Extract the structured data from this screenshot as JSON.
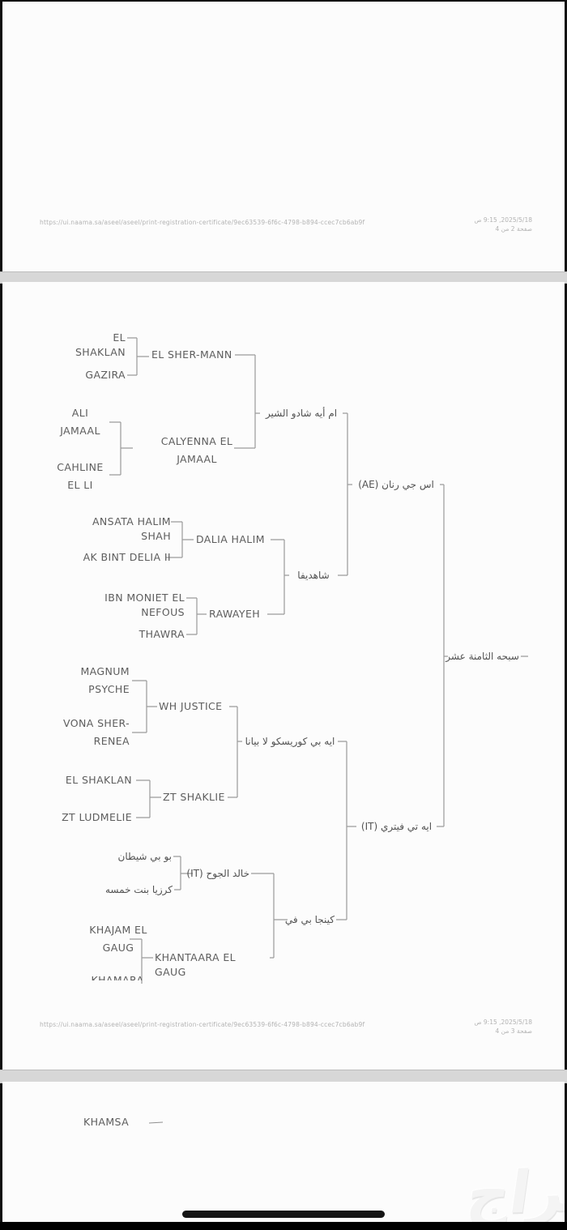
{
  "colors": {
    "line": "#9a9a9a",
    "label": "#5d5d5d",
    "footer_text": "#b3b3b3",
    "page_bg": "#fcfcfc",
    "screen_bg": "#0e0e0e"
  },
  "page1": {
    "footer": {
      "url": "https://ui.naama.sa/aseel/aseel/print-registration-certificate/9ec63539-6f6c-4798-b894-ccec7cb6ab9f",
      "datetime": "2025/5/18, 9:15 ص",
      "page_number": "صفحة 2 من 4"
    }
  },
  "page2": {
    "tree": {
      "el_shaklan": "EL SHAKLAN",
      "gazira": "GAZIRA",
      "el_sher_mann": "EL SHER-MANN",
      "ali_jamaal": "ALI JAMAAL",
      "cahline_el_li": "CAHLINE EL LI",
      "calyenna_el_jamaal": "CALYENNA EL JAMAAL",
      "um_ayh_shadow_al_sher": "ام أيه شادو الشير",
      "ansata_halim_shah": "ANSATA HALIM SHAH",
      "ak_bint_delia_ii": "AK BINT DELIA II",
      "dalia_halim": "DALIA HALIM",
      "ibn_moniet_el_nefous": "IBN MONIET EL NEFOUS",
      "thawra": "THAWRA",
      "rawayeh": "RAWAYEH",
      "shahdifa": "شاهديفا",
      "es_gi_ranan": "اس جي رنان (AE)",
      "magnum_psyche": "MAGNUM PSYCHE",
      "vona_sher_renea": "VONA SHER-RENEA",
      "wh_justice": "WH JUSTICE",
      "el_shaklan_2": "EL SHAKLAN",
      "zt_ludmelie": "ZT LUDMELIE",
      "zt_shaklie": "ZT SHAKLIE",
      "ayh_bi_corisco_la_biana": "ايه بي كوريسكو لا بيانا",
      "bo_bi_shaytan": "بو بي شيطان",
      "karzia_bint_khamsa": "كرزيا بنت خمسه",
      "khalid_al_jooh": "خالد الجوح (IT)",
      "khajam_el_gaug": "KHAJAM EL GAUG",
      "khamara_clipped": "KHAMARA",
      "khantaara_el_gaug": "KHANTAARA EL GAUG",
      "kinja_bi_vi": "كينجا بي في",
      "ayh_ti_vitri": "ايه تي فيتري (IT)",
      "root": "سبحه الثامنة عشر"
    },
    "footer": {
      "url": "https://ui.naama.sa/aseel/aseel/print-registration-certificate/9ec63539-6f6c-4798-b894-ccec7cb6ab9f",
      "datetime": "2025/5/18, 9:15 ص",
      "page_number": "صفحة 3 من 4"
    }
  },
  "page3": {
    "next_tree_first_label": "KHAMSA",
    "watermark": "حراج"
  }
}
